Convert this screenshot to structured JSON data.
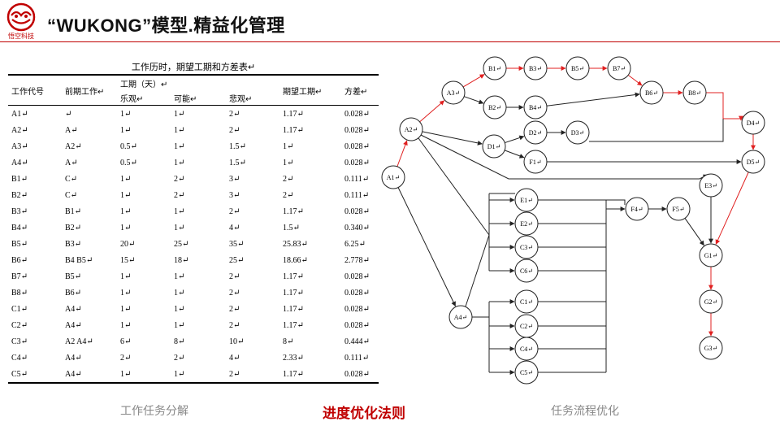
{
  "header": {
    "logo_text": "悟空科技",
    "title": "“WUKONG”模型.精益化管理"
  },
  "table": {
    "caption": "工作历时，期望工期和方差表↵",
    "headers": {
      "code": "工作代号",
      "pre": "前期工作↵",
      "period": "工期（天）↵",
      "optimistic": "乐观↵",
      "likely": "可能↵",
      "pessimistic": "悲观↵",
      "expected": "期望工期↵",
      "variance": "方差↵"
    },
    "rows": [
      [
        "A1↵",
        "↵",
        "1↵",
        "1↵",
        "2↵",
        "1.17↵",
        "0.028↵"
      ],
      [
        "A2↵",
        "A↵",
        "1↵",
        "1↵",
        "2↵",
        "1.17↵",
        "0.028↵"
      ],
      [
        "A3↵",
        "A2↵",
        "0.5↵",
        "1↵",
        "1.5↵",
        "1↵",
        "0.028↵"
      ],
      [
        "A4↵",
        "A↵",
        "0.5↵",
        "1↵",
        "1.5↵",
        "1↵",
        "0.028↵"
      ],
      [
        "B1↵",
        "C↵",
        "1↵",
        "2↵",
        "3↵",
        "2↵",
        "0.111↵"
      ],
      [
        "B2↵",
        "C↵",
        "1↵",
        "2↵",
        "3↵",
        "2↵",
        "0.111↵"
      ],
      [
        "B3↵",
        "B1↵",
        "1↵",
        "1↵",
        "2↵",
        "1.17↵",
        "0.028↵"
      ],
      [
        "B4↵",
        "B2↵",
        "1↵",
        "1↵",
        "4↵",
        "1.5↵",
        "0.340↵"
      ],
      [
        "B5↵",
        "B3↵",
        "20↵",
        "25↵",
        "35↵",
        "25.83↵",
        "6.25↵"
      ],
      [
        "B6↵",
        "B4 B5↵",
        "15↵",
        "18↵",
        "25↵",
        "18.66↵",
        "2.778↵"
      ],
      [
        "B7↵",
        "B5↵",
        "1↵",
        "1↵",
        "2↵",
        "1.17↵",
        "0.028↵"
      ],
      [
        "B8↵",
        "B6↵",
        "1↵",
        "1↵",
        "2↵",
        "1.17↵",
        "0.028↵"
      ],
      [
        "C1↵",
        "A4↵",
        "1↵",
        "1↵",
        "2↵",
        "1.17↵",
        "0.028↵"
      ],
      [
        "C2↵",
        "A4↵",
        "1↵",
        "1↵",
        "2↵",
        "1.17↵",
        "0.028↵"
      ],
      [
        "C3↵",
        "A2 A4↵",
        "6↵",
        "8↵",
        "10↵",
        "8↵",
        "0.444↵"
      ],
      [
        "C4↵",
        "A4↵",
        "2↵",
        "2↵",
        "4↵",
        "2.33↵",
        "0.111↵"
      ],
      [
        "C5↵",
        "A4↵",
        "1↵",
        "1↵",
        "2↵",
        "1.17↵",
        "0.028↵"
      ]
    ]
  },
  "diagram": {
    "nodes": [
      {
        "id": "A1",
        "label": "A1↵"
      },
      {
        "id": "A2",
        "label": "A2↵"
      },
      {
        "id": "A3",
        "label": "A3↵"
      },
      {
        "id": "A4",
        "label": "A4↵"
      },
      {
        "id": "B1",
        "label": "B1↵"
      },
      {
        "id": "B2",
        "label": "B2↵"
      },
      {
        "id": "B3",
        "label": "B3↵"
      },
      {
        "id": "B4",
        "label": "B4↵"
      },
      {
        "id": "B5",
        "label": "B5↵"
      },
      {
        "id": "B6",
        "label": "B6↵"
      },
      {
        "id": "B7",
        "label": "B7↵"
      },
      {
        "id": "B8",
        "label": "B8↵"
      },
      {
        "id": "D1",
        "label": "D1↵"
      },
      {
        "id": "D2",
        "label": "D2↵"
      },
      {
        "id": "D3",
        "label": "D3↵"
      },
      {
        "id": "D4",
        "label": "D4↵"
      },
      {
        "id": "D5",
        "label": "D5↵"
      },
      {
        "id": "E1",
        "label": "E1↵"
      },
      {
        "id": "E2",
        "label": "E2↵"
      },
      {
        "id": "E3",
        "label": "E3↵"
      },
      {
        "id": "C1",
        "label": "C1↵"
      },
      {
        "id": "C2",
        "label": "C2↵"
      },
      {
        "id": "C3",
        "label": "C3↵"
      },
      {
        "id": "C4",
        "label": "C4↵"
      },
      {
        "id": "C5",
        "label": "C5↵"
      },
      {
        "id": "C6",
        "label": "C6↵"
      },
      {
        "id": "F1",
        "label": "F1↵"
      },
      {
        "id": "F4",
        "label": "F4↵"
      },
      {
        "id": "F5",
        "label": "F5↵"
      },
      {
        "id": "G1",
        "label": "G1↵"
      },
      {
        "id": "G2",
        "label": "G2↵"
      },
      {
        "id": "G3",
        "label": "G3↵"
      }
    ],
    "critical_color": "#e02020",
    "normal_color": "#222222"
  },
  "captions": {
    "left": "工作任务分解",
    "middle": "进度优化法则",
    "right": "任务流程优化"
  },
  "colors": {
    "accent": "#c00000",
    "muted": "#888888"
  }
}
